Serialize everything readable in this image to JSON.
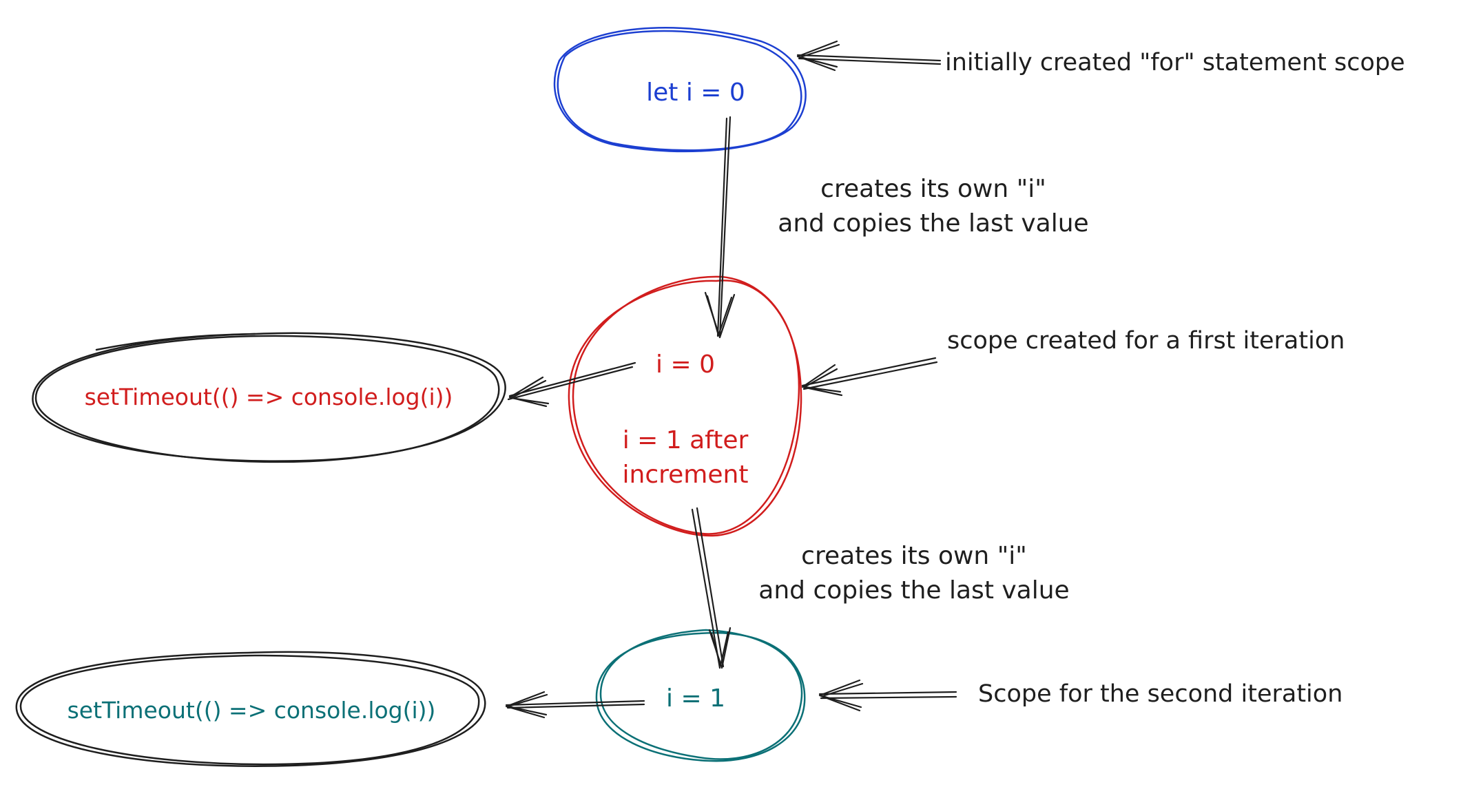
{
  "colors": {
    "ink": "#1e1e1e",
    "blue": "#1c3fd1",
    "red": "#d11d1d",
    "teal": "#0b7076",
    "background": "#ffffff"
  },
  "nodes": {
    "for_scope": {
      "text": "let i = 0"
    },
    "first_iteration": {
      "line1": "i = 0",
      "line2": "i = 1 after",
      "line3": "increment"
    },
    "second_iteration": {
      "text": "i = 1"
    },
    "timeout_first": {
      "text": "setTimeout(() => console.log(i))"
    },
    "timeout_second": {
      "text": "setTimeout(() => console.log(i))"
    }
  },
  "annotations": {
    "for_scope": "initially created \"for\" statement scope",
    "first_iteration": "scope created for a first iteration",
    "second_iteration": "Scope for the second iteration"
  },
  "edges": {
    "first_copy": {
      "line1": "creates its own \"i\"",
      "line2": "and copies the last value"
    },
    "second_copy": {
      "line1": "creates its own \"i\"",
      "line2": "and copies the last value"
    }
  }
}
